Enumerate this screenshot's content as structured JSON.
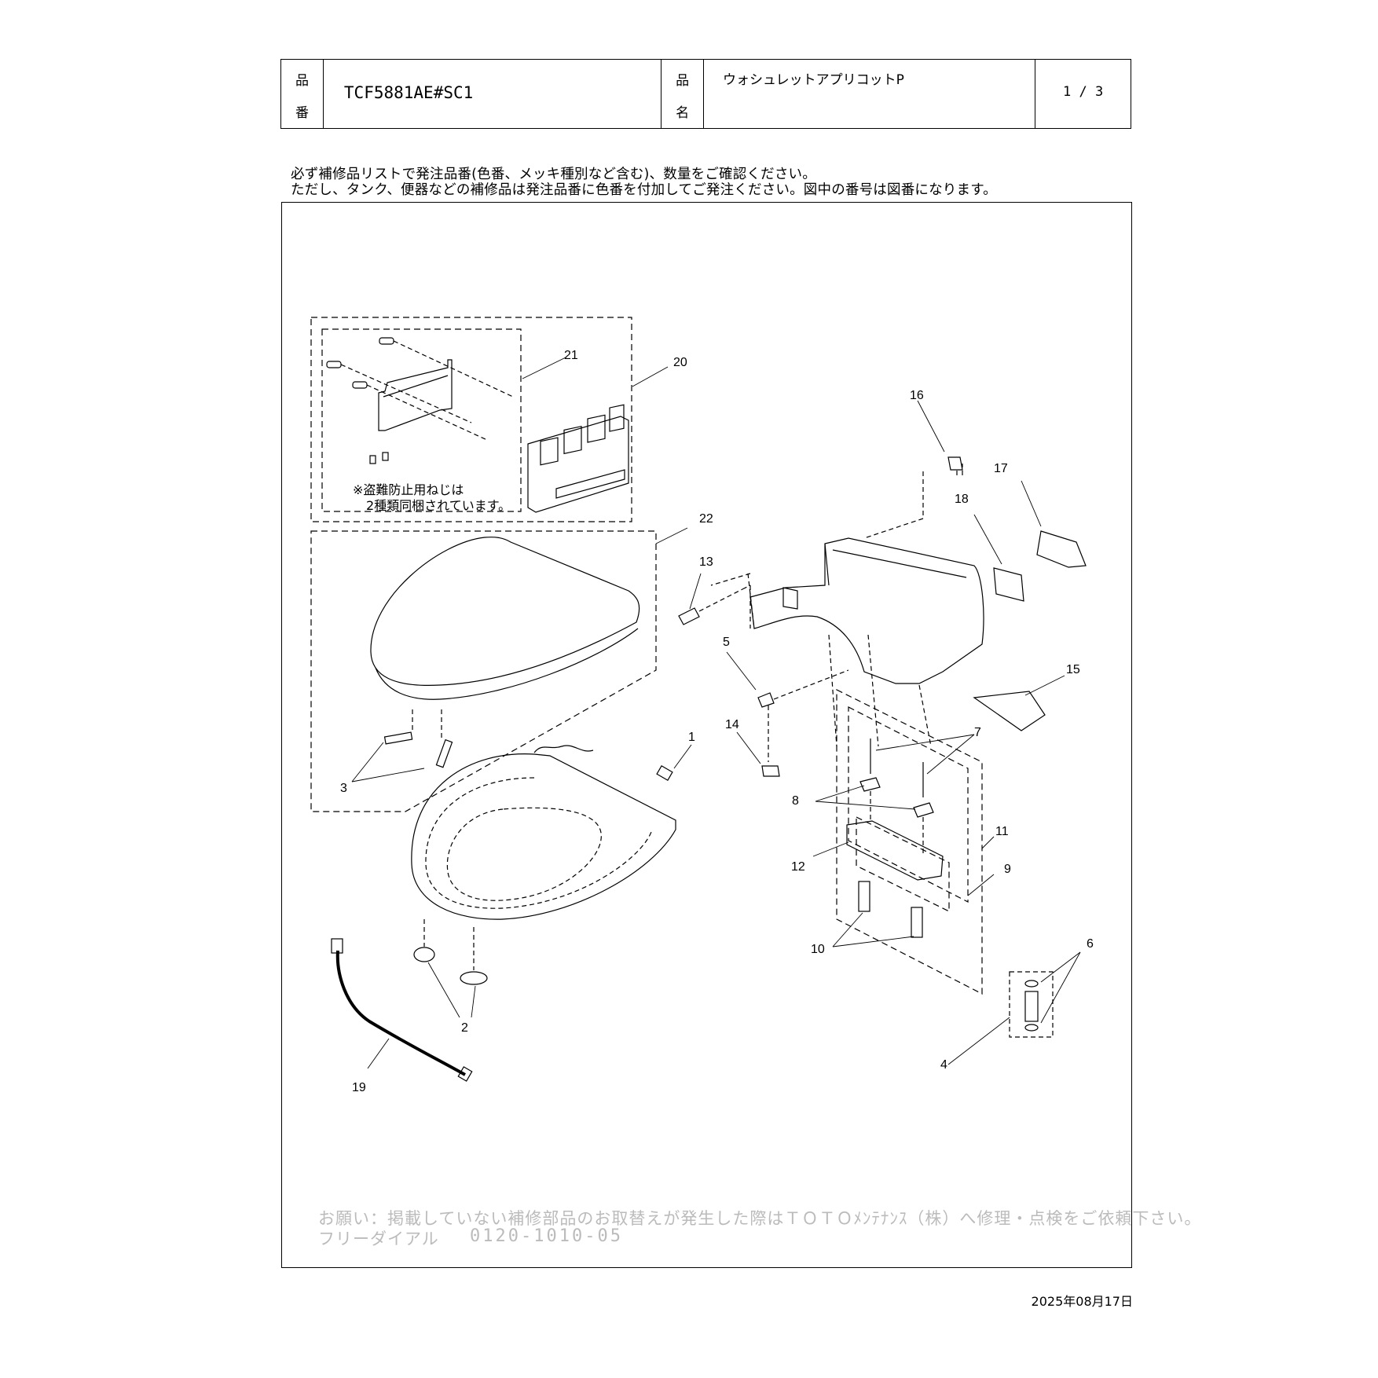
{
  "header": {
    "part_no_label": [
      "品",
      "番"
    ],
    "part_no": "TCF5881AE#SC1",
    "product_label": [
      "品",
      "名"
    ],
    "product_name": "ウォシュレットアプリコットP",
    "page": "1 / 3"
  },
  "notes": [
    "必ず補修品リストで発注品番(色番、メッキ種別など含む)、数量をご確認ください。",
    "ただし、タンク、便器などの補修品は発注品番に色番を付加してご発注ください。図中の番号は図番になります。"
  ],
  "diagram": {
    "remark_lines": [
      "※盗難防止用ねじは",
      "2種類同梱されています。"
    ],
    "callouts": [
      "1",
      "2",
      "3",
      "4",
      "5",
      "6",
      "7",
      "8",
      "9",
      "10",
      "11",
      "12",
      "13",
      "14",
      "15",
      "16",
      "17",
      "18",
      "19",
      "20",
      "21",
      "22"
    ]
  },
  "footer": {
    "request": "お願い：掲載していない補修部品のお取替えが発生した際はＴＯＴＯﾒﾝﾃﾅﾝｽ（株）へ修理・点検をご依頼下さい。",
    "dial_label": "フリーダイアル",
    "dial_number": "0120-1010-05"
  },
  "date": "2025年08月17日"
}
